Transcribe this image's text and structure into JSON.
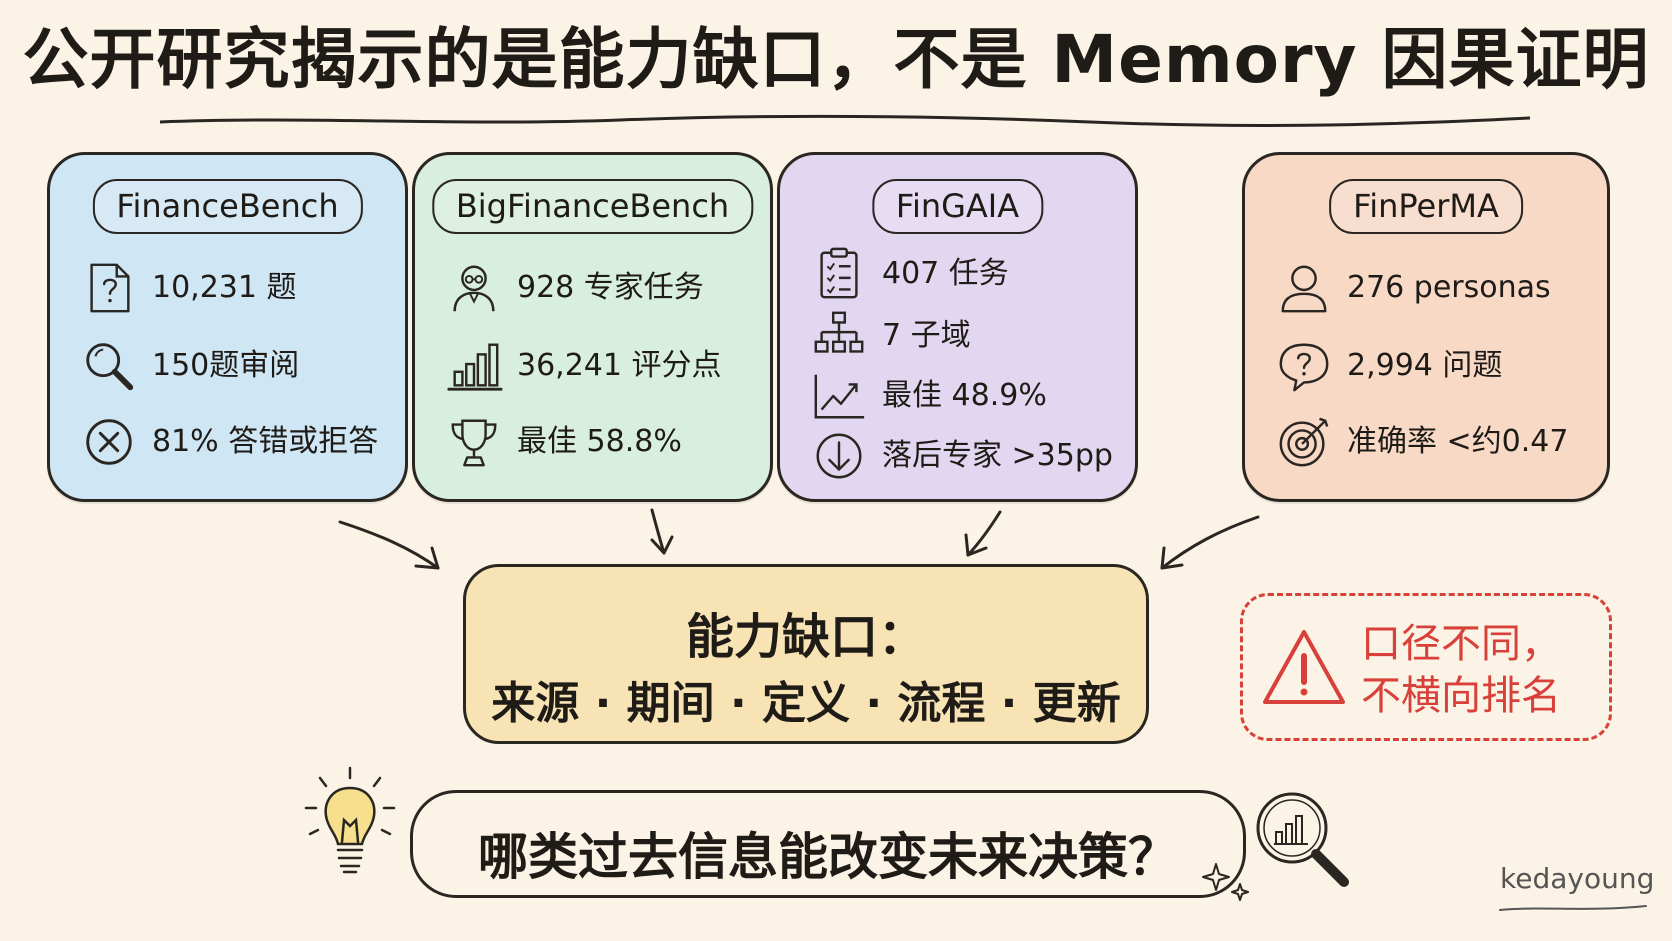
{
  "title": "公开研究揭示的是能力缺口，不是 Memory 因果证明",
  "colors": {
    "financebench": "#cfe6f4",
    "bigfinancebench": "#d8eedf",
    "fingaia": "#e2d7f0",
    "finperma": "#f7d9c6",
    "gap": "#f8e3b5",
    "warning": "#d8413a",
    "ink": "#2a2622",
    "background": "#fbf3e6"
  },
  "cards": [
    {
      "name": "FinanceBench",
      "items": [
        {
          "icon": "question-document-icon",
          "text": "10,231 题"
        },
        {
          "icon": "magnifier-icon",
          "text": "150题审阅"
        },
        {
          "icon": "x-circle-icon",
          "text": "81% 答错或拒答"
        }
      ]
    },
    {
      "name": "BigFinanceBench",
      "items": [
        {
          "icon": "expert-person-icon",
          "text": "928 专家任务"
        },
        {
          "icon": "bar-chart-icon",
          "text": "36,241 评分点"
        },
        {
          "icon": "trophy-icon",
          "text": "最佳  58.8%"
        }
      ]
    },
    {
      "name": "FinGAIA",
      "items": [
        {
          "icon": "checklist-icon",
          "text": "407 任务"
        },
        {
          "icon": "hierarchy-icon",
          "text": "7 子域"
        },
        {
          "icon": "trend-line-icon",
          "text": "最佳 48.9%"
        },
        {
          "icon": "down-arrow-circle-icon",
          "text": "落后专家 >35pp"
        }
      ]
    },
    {
      "name": "FinPerMA",
      "items": [
        {
          "icon": "person-icon",
          "text": "276 personas"
        },
        {
          "icon": "question-bubble-icon",
          "text": "2,994 问题"
        },
        {
          "icon": "target-icon",
          "text": "准确率 <约0.47"
        }
      ]
    }
  ],
  "gap": {
    "title": "能力缺口：",
    "items": "来源 · 期间 · 定义 · 流程 · 更新"
  },
  "warning": {
    "line1": "口径不同，",
    "line2": "不横向排名"
  },
  "question": "哪类过去信息能改变未来决策？",
  "signature": "kedayoung"
}
